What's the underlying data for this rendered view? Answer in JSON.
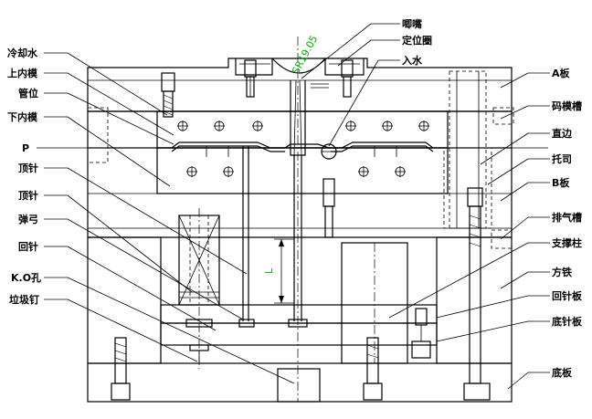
{
  "labels": {
    "cooling_water": "冷却水",
    "upper_core": "上内模",
    "pipe_position": "管位",
    "lower_core": "下内模",
    "parting_line": "P",
    "ejector_pin_1": "顶针",
    "ejector_pin_2": "顶针",
    "spring": "弹弓",
    "return_pin": "回针",
    "ko_hole": "K.O孔",
    "stop_pin": "垃圾钉",
    "sprue": "唧嘴",
    "locating_ring": "定位圈",
    "water_inlet": "入水",
    "a_plate": "A板",
    "clamp_slot": "码模槽",
    "guide_pin": "直边",
    "guide_bush": "托司",
    "b_plate": "B板",
    "vent_slot": "排气槽",
    "support_pillar": "支撑柱",
    "spacer_block": "方铁",
    "ejector_retainer": "回针板",
    "ejector_base": "底针板",
    "bottom_plate": "底板"
  },
  "dimensions": {
    "sprue_radius": "SR19.05",
    "stroke": "L"
  },
  "colors": {
    "line": "#000000",
    "dimension": "#00b000",
    "background": "#ffffff"
  }
}
